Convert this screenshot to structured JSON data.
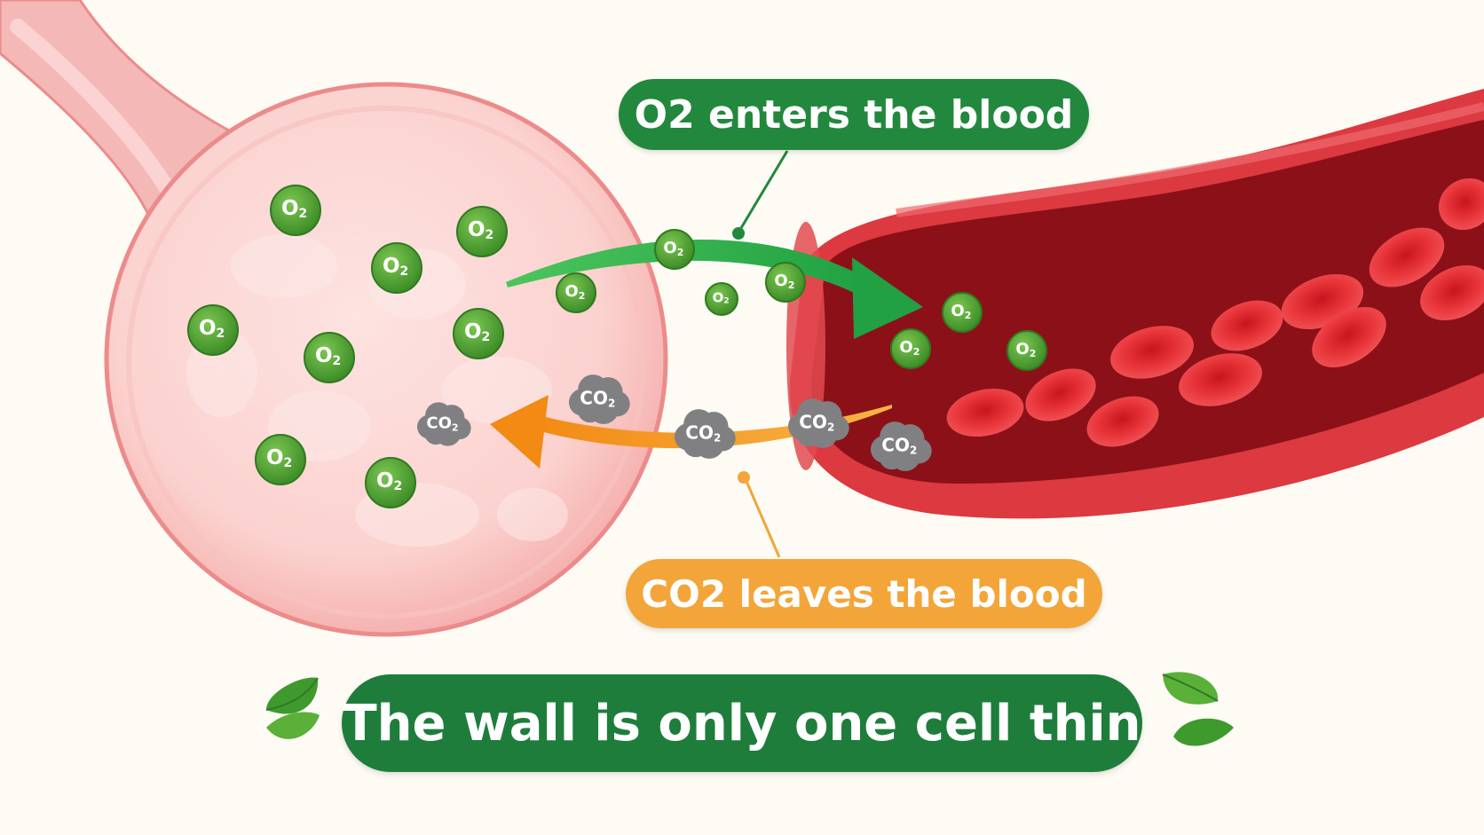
{
  "labels": {
    "o2_callout": "O2 enters the blood",
    "co2_callout": "CO2 leaves the blood",
    "caption": "The wall is only one cell thin"
  },
  "molecule_labels": {
    "o2_main": "O",
    "o2_sub": "2",
    "co2_main": "CO",
    "co2_sub": "2"
  },
  "colors": {
    "background": "#fdfbf3",
    "alveolus_fill": "#f8c4c4",
    "alveolus_outline": "#ec8b8b",
    "vessel_outer": "#d8323a",
    "vessel_inner": "#8e1018",
    "red_blood_cell": "#e52b2e",
    "o2_molecule": "#4a9e2f",
    "co2_molecule": "#808083",
    "o2_arrow": "#2ea84a",
    "co2_arrow": "#f39a1e",
    "o2_callout": "#22883d",
    "co2_callout": "#f3a53a",
    "caption_band": "#1f7d3c",
    "leaf": "#5aa838"
  },
  "icons": {
    "left_leaf": "leaf-icon",
    "right_leaf": "leaf-icon"
  }
}
